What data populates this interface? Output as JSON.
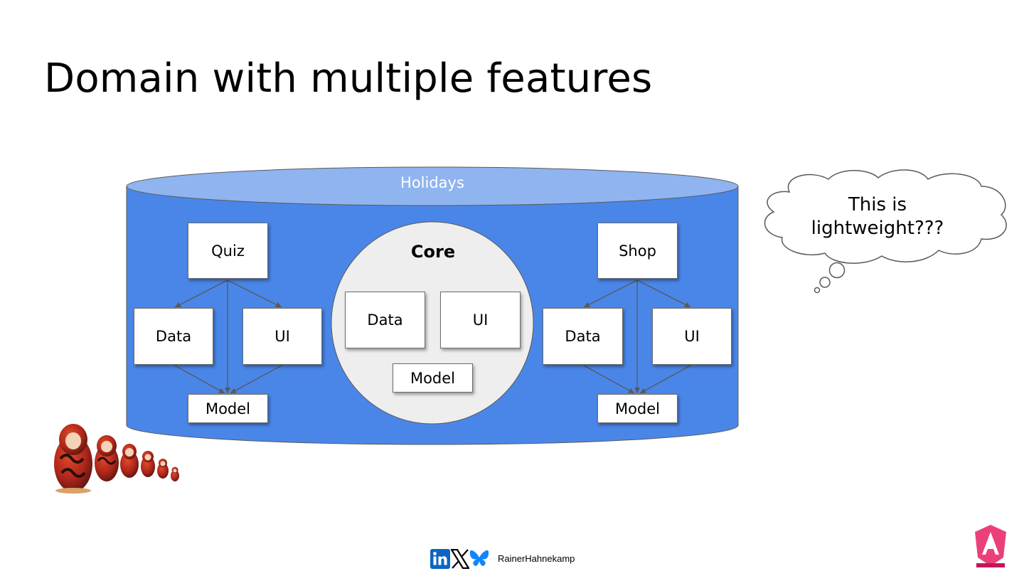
{
  "slide": {
    "title": "Domain with multiple features"
  },
  "diagram": {
    "domain_label": "Holidays",
    "core": {
      "label": "Core",
      "data_label": "Data",
      "ui_label": "UI",
      "model_label": "Model"
    },
    "feature_left": {
      "label": "Quiz",
      "data_label": "Data",
      "ui_label": "UI",
      "model_label": "Model"
    },
    "feature_right": {
      "label": "Shop",
      "data_label": "Data",
      "ui_label": "UI",
      "model_label": "Model"
    },
    "colors": {
      "drum_body": "#4a86e8",
      "drum_top": "#8fb4ef",
      "core_circle": "#eeeeee",
      "arrow": "#595959"
    }
  },
  "thought_bubble": {
    "text_line1": "This is",
    "text_line2": "lightweight???"
  },
  "footer": {
    "author": "RainerHahnekamp",
    "icons": [
      "linkedin-icon",
      "x-icon",
      "bluesky-icon"
    ]
  },
  "decoration": {
    "image": "matryoshka-dolls-image",
    "logo": "angular-architects-logo"
  }
}
